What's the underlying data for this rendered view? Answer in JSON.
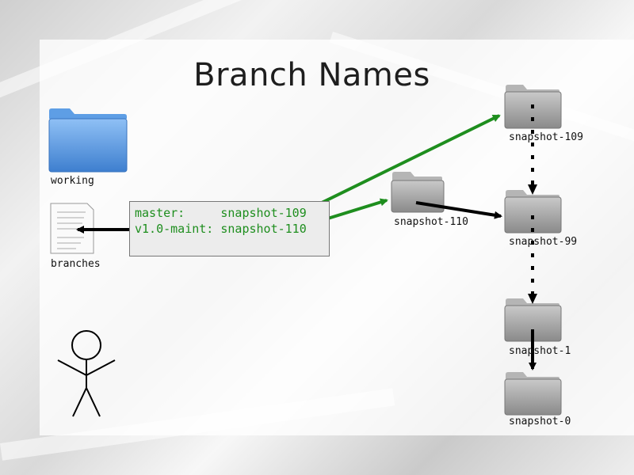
{
  "slide": {
    "title": "Branch Names"
  },
  "left_items": {
    "working_label": "working",
    "branches_label": "branches"
  },
  "code_box": {
    "line1": "master:     snapshot-109",
    "line2": "v1.0-maint: snapshot-110"
  },
  "snapshots": {
    "s110": "snapshot-110",
    "s109": "snapshot-109",
    "s99": "snapshot-99",
    "s1": "snapshot-1",
    "s0": "snapshot-0"
  },
  "colors": {
    "arrow_green": "#1e8e1e",
    "arrow_black": "#000000",
    "folder_blue": "#4f8fd8",
    "folder_gray": "#9a9a9a"
  },
  "icons": [
    "folder-blue-icon",
    "document-icon",
    "folder-gray-icon",
    "stick-figure-icon"
  ]
}
